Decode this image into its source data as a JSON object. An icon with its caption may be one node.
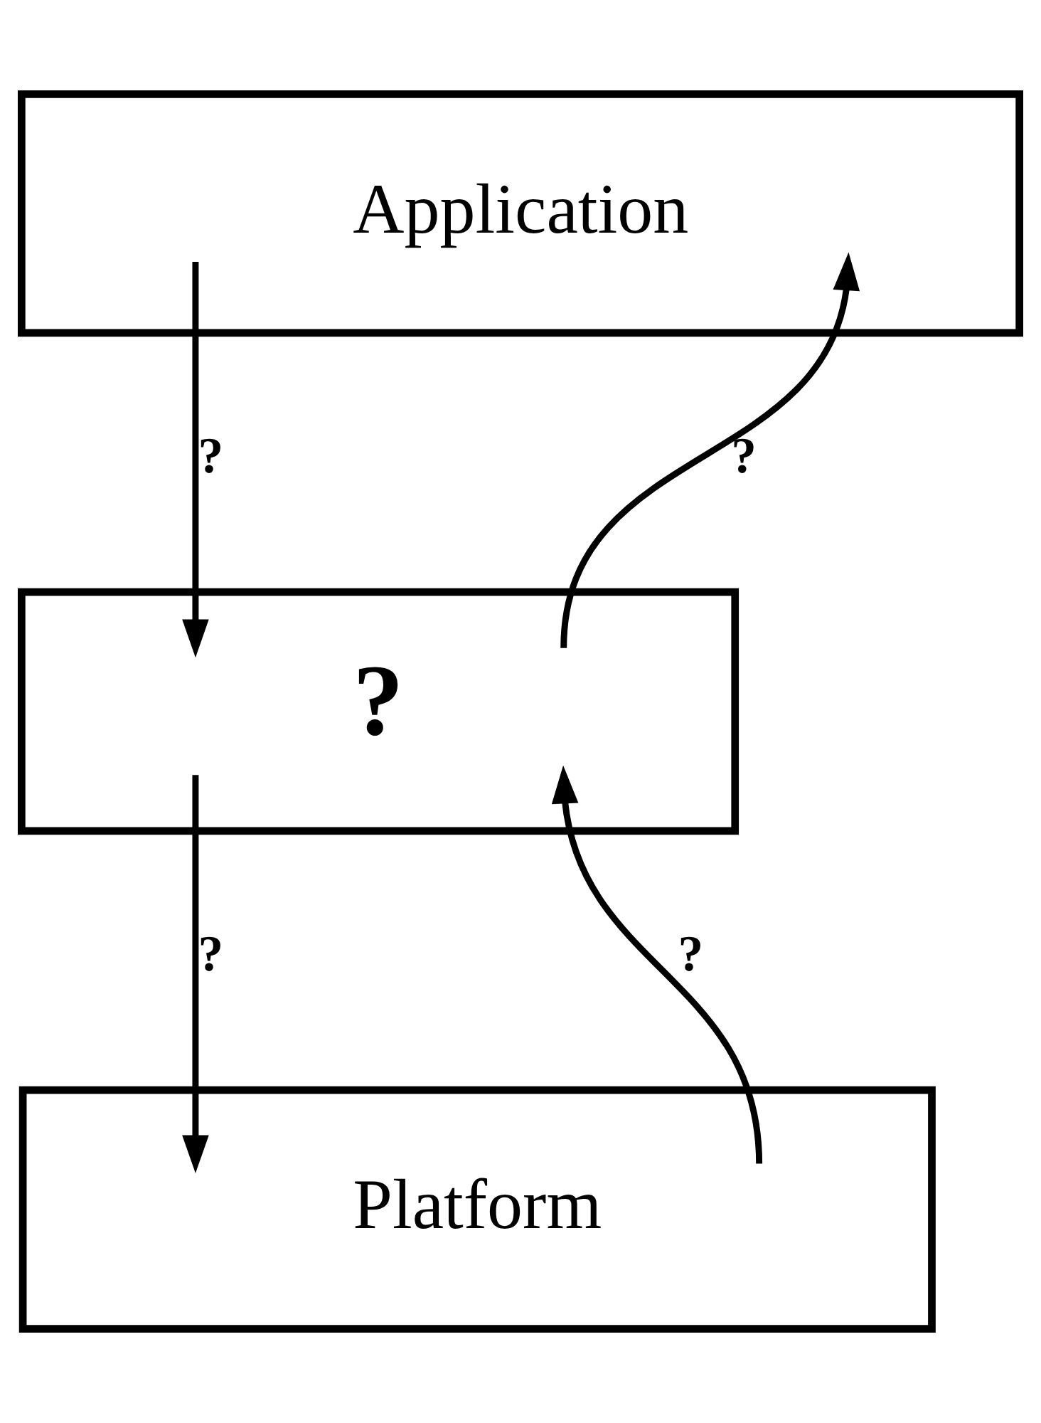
{
  "diagram": {
    "nodes": [
      {
        "text": [
          "Application"
        ]
      },
      {
        "text": [
          "?"
        ]
      },
      {
        "text": [
          "Platform"
        ]
      }
    ],
    "edges": [
      {
        "from": 0,
        "to": 1,
        "arrow": "to",
        "label": "?"
      },
      {
        "from": 1,
        "to": 0,
        "arrow": "to",
        "label": "?"
      },
      {
        "from": 1,
        "to": 2,
        "arrow": "to",
        "label": "?"
      },
      {
        "from": 2,
        "to": 1,
        "arrow": "to",
        "label": "?"
      }
    ]
  }
}
